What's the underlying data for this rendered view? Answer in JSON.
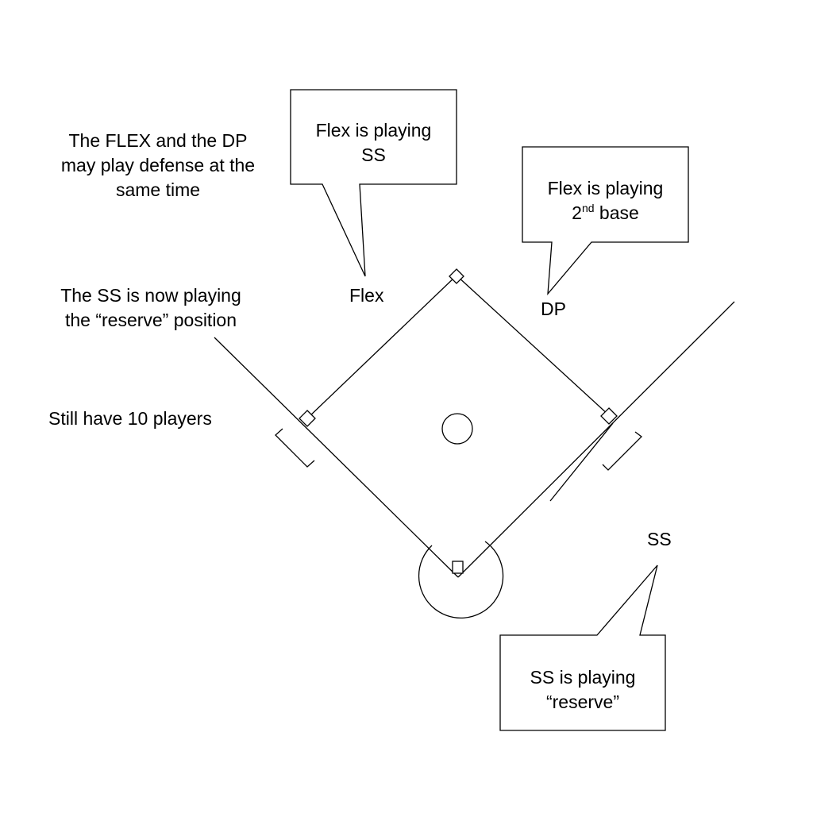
{
  "notes": {
    "flex_and_dp": [
      "The FLEX and the DP",
      "may play defense at the",
      "same time"
    ],
    "ss_reserve": [
      "The SS is now playing",
      "the “reserve” position"
    ],
    "still_ten": "Still have 10 players"
  },
  "callouts": {
    "flex_ss": [
      "Flex is playing",
      "SS"
    ],
    "flex_second": {
      "line1": "Flex is playing",
      "line2_num": "2",
      "line2_sup": "nd",
      "line2_rest": " base"
    },
    "ss_reserve": [
      "SS is playing",
      "“reserve”"
    ]
  },
  "players": {
    "flex": "Flex",
    "dp": "DP",
    "ss": "SS"
  },
  "colors": {
    "ink": "#000000",
    "paper": "#ffffff"
  }
}
